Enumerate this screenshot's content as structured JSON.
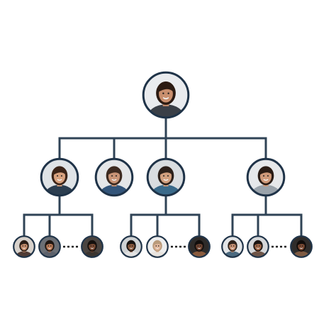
{
  "colors": {
    "line": "#2f4356",
    "ring": "#1f3348",
    "background": "#ffffff"
  },
  "org_chart": {
    "root": {
      "id": "ceo",
      "skin": "#c98f6e",
      "hair": "#2b1a12",
      "shirt": "#3a3f47",
      "bg": "#e9ebee",
      "tone": "light"
    },
    "managers": [
      {
        "id": "manager-1",
        "skin": "#d8a27f",
        "hair": "#3b2418",
        "shirt": "#2c3e50",
        "bg": "#dfe3e6",
        "tone": "light",
        "reports": [
          {
            "id": "report-1-1",
            "skin": "#c58d6c",
            "hair": "#2a1d16",
            "shirt": "#4f3b35",
            "bg": "#d7d1cb",
            "tone": "light"
          },
          {
            "id": "report-1-2",
            "skin": "#b97a57",
            "hair": "#1e1612",
            "shirt": "#5c616b",
            "bg": "#6b6f75",
            "tone": "dark"
          },
          {
            "id": "report-1-3",
            "skin": "#7a4b34",
            "hair": "#15100d",
            "shirt": "#3b3530",
            "bg": "#4a4440",
            "tone": "dark"
          }
        ]
      },
      {
        "id": "manager-2",
        "skin": "#c99476",
        "hair": "#3d2a20",
        "shirt": "#33557a",
        "bg": "#e4e6e8",
        "tone": "light",
        "reports": []
      },
      {
        "id": "manager-3",
        "skin": "#d2a07f",
        "hair": "#2d211b",
        "shirt": "#3a6a8a",
        "bg": "#d9dde0",
        "tone": "light",
        "reports": [
          {
            "id": "report-3-1",
            "skin": "#8a5a3e",
            "hair": "#161210",
            "shirt": "#e2e2e2",
            "bg": "#cfd2d4",
            "tone": "light"
          },
          {
            "id": "report-3-2",
            "skin": "#e0b69a",
            "hair": "#b99a7a",
            "shirt": "#e8e4df",
            "bg": "#eeeeee",
            "tone": "light"
          },
          {
            "id": "report-3-3",
            "skin": "#6e4330",
            "hair": "#120e0c",
            "shirt": "#8a5b3d",
            "bg": "#2e2b29",
            "tone": "dark"
          }
        ]
      },
      {
        "id": "manager-4",
        "skin": "#cf9a7a",
        "hair": "#2a1c15",
        "shirt": "#9aa3ab",
        "bg": "#e6e8ea",
        "tone": "light",
        "reports": [
          {
            "id": "report-4-1",
            "skin": "#c79072",
            "hair": "#2f231c",
            "shirt": "#4b6a80",
            "bg": "#e3e5e7",
            "tone": "light"
          },
          {
            "id": "report-4-2",
            "skin": "#a36a4b",
            "hair": "#1c1512",
            "shirt": "#6d5448",
            "bg": "#d5d7d9",
            "tone": "light"
          },
          {
            "id": "report-4-3",
            "skin": "#7b4a33",
            "hair": "#110d0b",
            "shirt": "#7e5a42",
            "bg": "#2f2c2a",
            "tone": "dark"
          }
        ]
      }
    ]
  }
}
